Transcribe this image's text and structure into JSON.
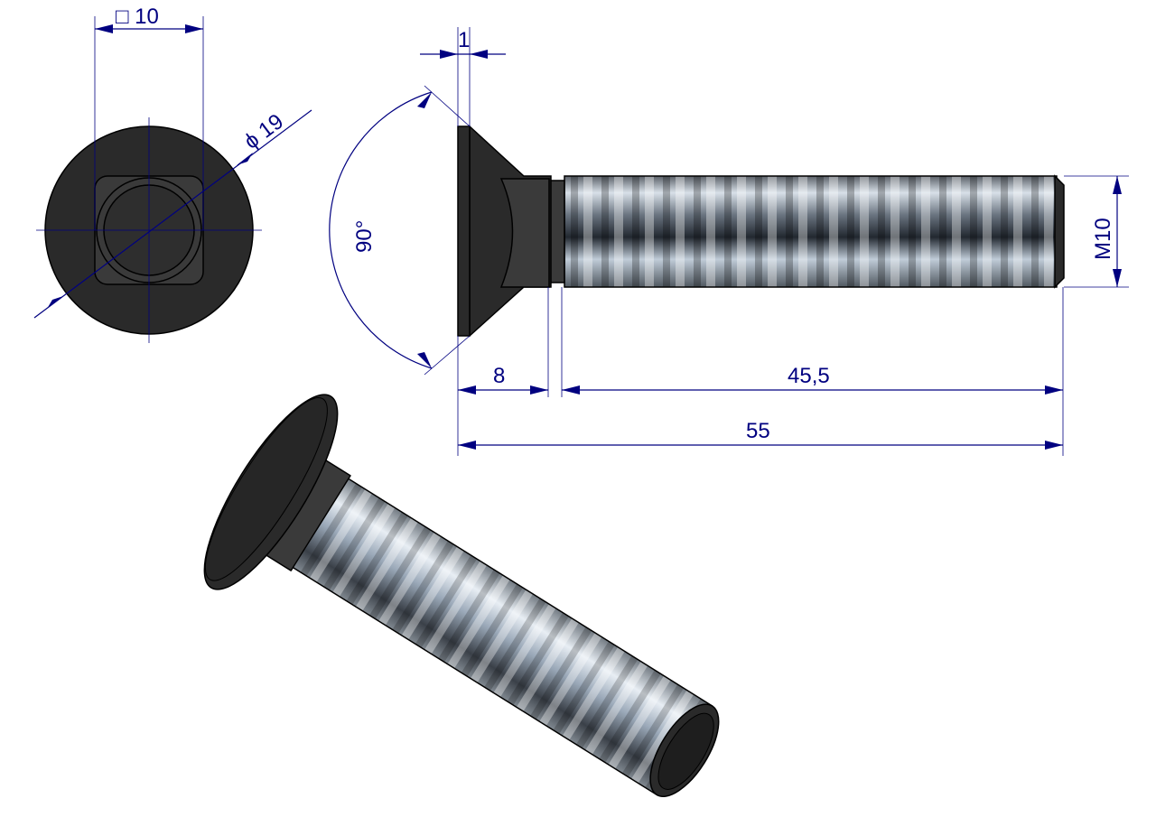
{
  "dimensions": {
    "square": "□ 10",
    "diameter": "ϕ 19",
    "head_thickness": "1",
    "angle": "90°",
    "neck_length": "8",
    "thread_length": "45,5",
    "total_length": "55",
    "thread": "M10"
  },
  "colors": {
    "dimension": "#000080",
    "part": "#2a2a2a"
  }
}
